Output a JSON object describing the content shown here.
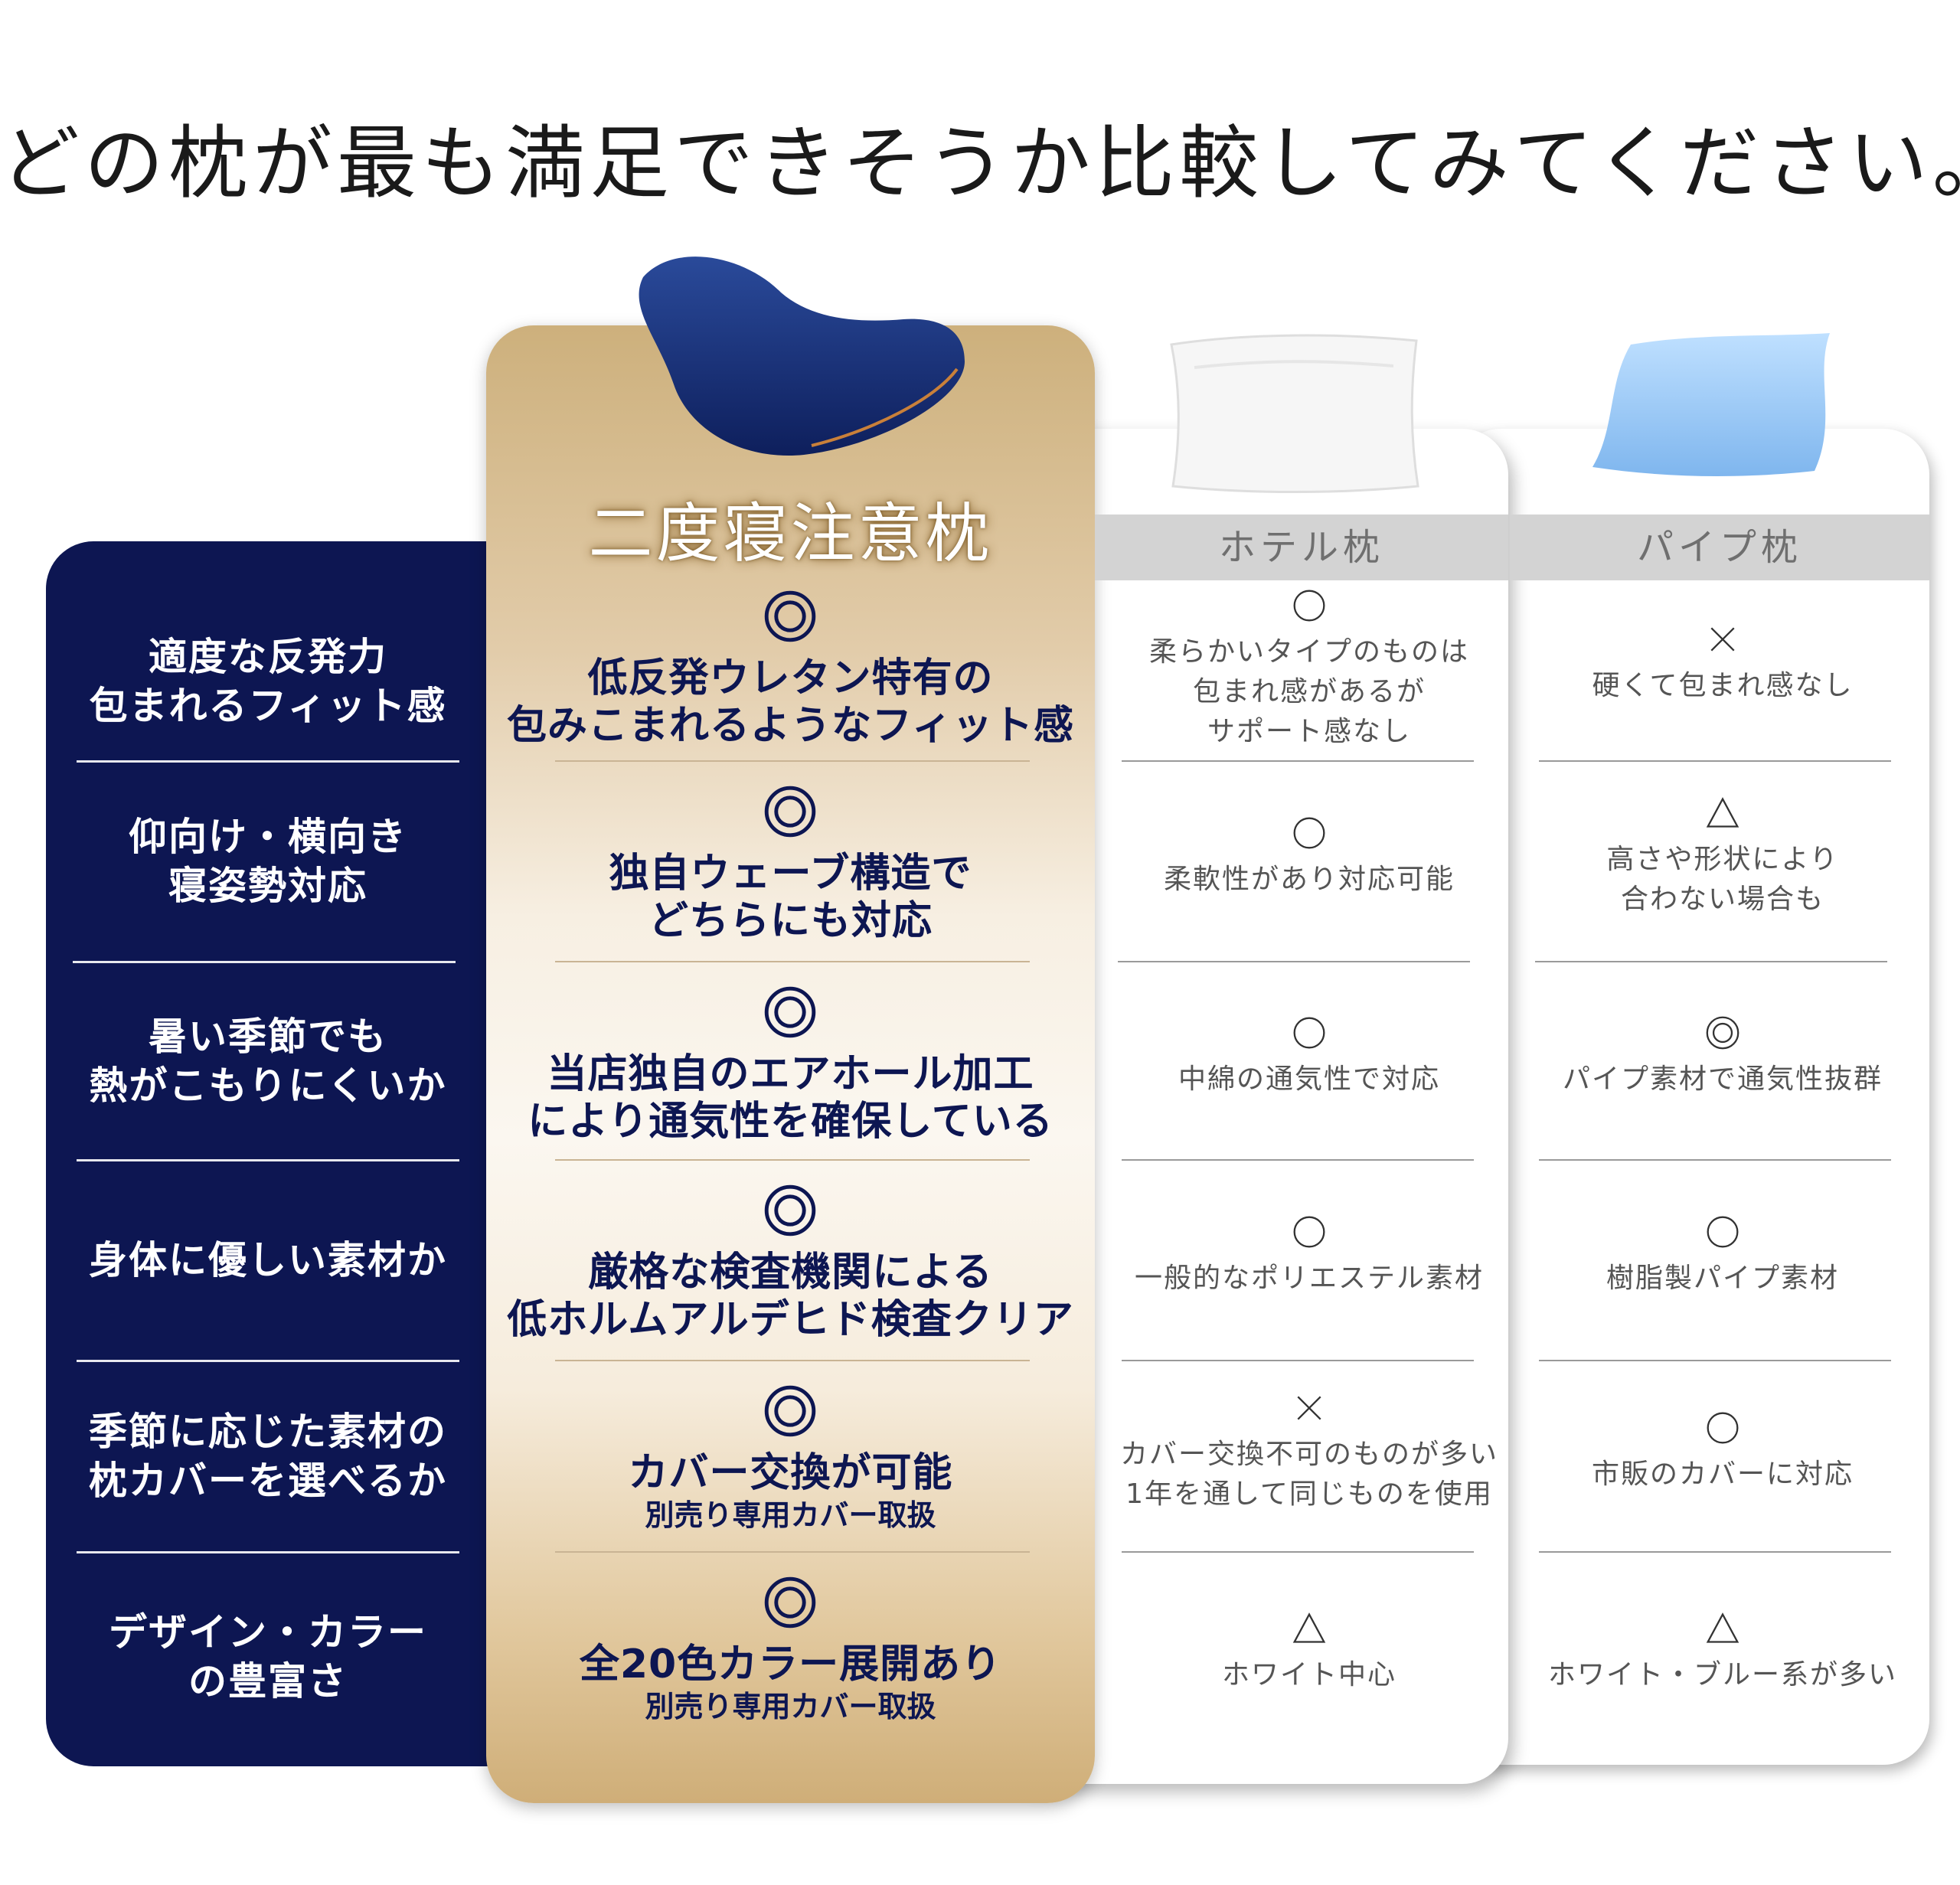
{
  "title": "どの枕が最も満足できそうか比較してみてください。",
  "featured": {
    "name": "二度寝注意枕",
    "image": "navy-memory-foam-pillow"
  },
  "columns": [
    {
      "name": "ホテル枕",
      "image": "white-pillow"
    },
    {
      "name": "パイプ枕",
      "image": "blue-pipe-pillow"
    }
  ],
  "colors": {
    "navy": "#0d1652",
    "gold": "#cdb07c",
    "gray_header": "#d3d3d3"
  },
  "rows": [
    {
      "criterion": "適度な反発力\n包まれるフィット感",
      "featured": {
        "mark": "◎",
        "text": "低反発ウレタン特有の\n包みこまれるようなフィット感",
        "sub": ""
      },
      "hotel": {
        "mark": "○",
        "text": "柔らかいタイプのものは\n包まれ感があるが\nサポート感なし"
      },
      "pipe": {
        "mark": "×",
        "text": "硬くて包まれ感なし"
      }
    },
    {
      "criterion": "仰向け・横向き\n寝姿勢対応",
      "featured": {
        "mark": "◎",
        "text": "独自ウェーブ構造で\nどちらにも対応",
        "sub": ""
      },
      "hotel": {
        "mark": "○",
        "text": "柔軟性があり対応可能"
      },
      "pipe": {
        "mark": "△",
        "text": "高さや形状により\n合わない場合も"
      }
    },
    {
      "criterion": "暑い季節でも\n熱がこもりにくいか",
      "featured": {
        "mark": "◎",
        "text": "当店独自のエアホール加工\nにより通気性を確保している",
        "sub": ""
      },
      "hotel": {
        "mark": "○",
        "text": "中綿の通気性で対応"
      },
      "pipe": {
        "mark": "◎",
        "text": "パイプ素材で通気性抜群"
      }
    },
    {
      "criterion": "身体に優しい素材か",
      "featured": {
        "mark": "◎",
        "text": "厳格な検査機関による\n低ホルムアルデヒド検査クリア",
        "sub": ""
      },
      "hotel": {
        "mark": "○",
        "text": "一般的なポリエステル素材"
      },
      "pipe": {
        "mark": "○",
        "text": "樹脂製パイプ素材"
      }
    },
    {
      "criterion": "季節に応じた素材の\n枕カバーを選べるか",
      "featured": {
        "mark": "◎",
        "text": "カバー交換が可能",
        "sub": "別売り専用カバー取扱"
      },
      "hotel": {
        "mark": "×",
        "text": "カバー交換不可のものが多い\n1年を通して同じものを使用"
      },
      "pipe": {
        "mark": "○",
        "text": "市販のカバーに対応"
      }
    },
    {
      "criterion": "デザイン・カラー\nの豊富さ",
      "featured": {
        "mark": "◎",
        "text": "全20色カラー展開あり",
        "sub": "別売り専用カバー取扱"
      },
      "hotel": {
        "mark": "△",
        "text": "ホワイト中心"
      },
      "pipe": {
        "mark": "△",
        "text": "ホワイト・ブルー系が多い"
      }
    }
  ]
}
